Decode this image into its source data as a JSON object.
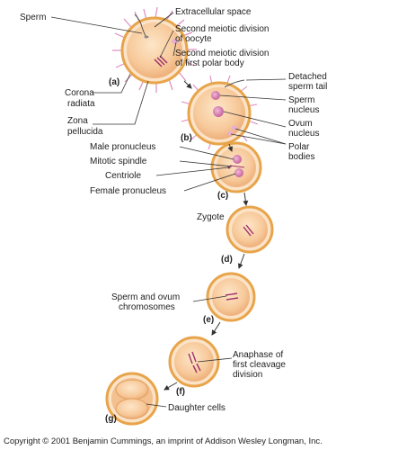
{
  "labels": {
    "sperm": "Sperm",
    "extracellular_space": "Extracellular space",
    "second_meiotic_oocyte_1": "Second meiotic division",
    "second_meiotic_oocyte_2": "of oocyte",
    "second_meiotic_polar_1": "Second meiotic division",
    "second_meiotic_polar_2": "of first polar body",
    "corona_radiata_1": "Corona",
    "corona_radiata_2": "radiata",
    "zona_pellucida_1": "Zona",
    "zona_pellucida_2": "pellucida",
    "detached_tail_1": "Detached",
    "detached_tail_2": "sperm tail",
    "sperm_nucleus_1": "Sperm",
    "sperm_nucleus_2": "nucleus",
    "ovum_nucleus_1": "Ovum",
    "ovum_nucleus_2": "nucleus",
    "polar_bodies_1": "Polar",
    "polar_bodies_2": "bodies",
    "male_pronucleus": "Male pronucleus",
    "mitotic_spindle": "Mitotic spindle",
    "centriole": "Centriole",
    "female_pronucleus": "Female pronucleus",
    "zygote": "Zygote",
    "chromosomes_1": "Sperm and ovum",
    "chromosomes_2": "chromosomes",
    "anaphase_1": "Anaphase of",
    "anaphase_2": "first cleavage",
    "anaphase_3": "division",
    "daughter_cells": "Daughter cells"
  },
  "stages": {
    "a": "(a)",
    "b": "(b)",
    "c": "(c)",
    "d": "(d)",
    "e": "(e)",
    "f": "(f)",
    "g": "(g)"
  },
  "copyright": "Copyright © 2001 Benjamin Cummings, an imprint of Addison Wesley Longman, Inc.",
  "colors": {
    "cell_fill": "#f7c99a",
    "cell_inner": "#fbdcb8",
    "cell_ring": "#e8a44a",
    "corona": "#e0a0c8",
    "nucleus": "#d77fb0",
    "chromosome": "#a0306a"
  }
}
